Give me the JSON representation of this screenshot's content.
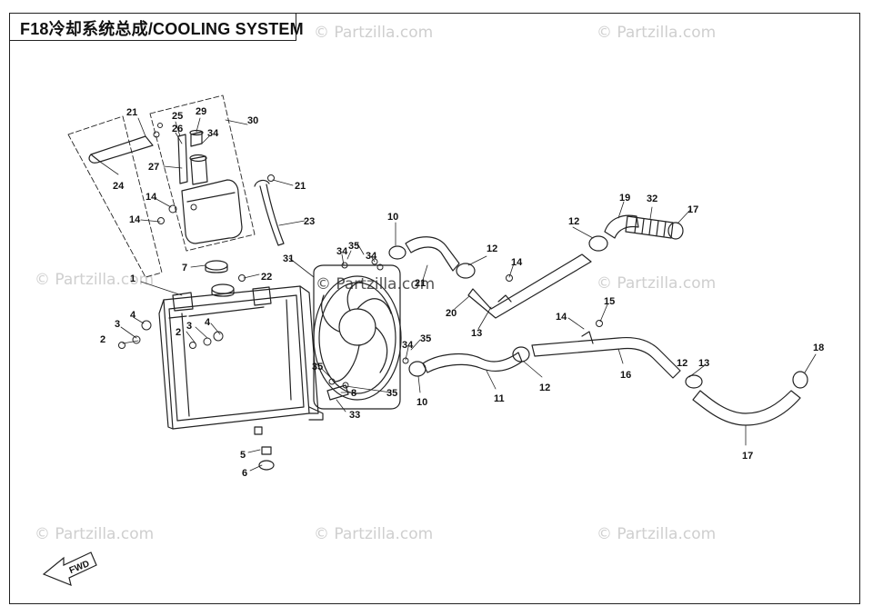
{
  "title": "F18冷却系统总成/COOLING SYSTEM",
  "watermark_text": "© Partzilla.com",
  "fwd_label": "FWD",
  "callouts": [
    "1",
    "2",
    "2",
    "3",
    "3",
    "4",
    "4",
    "5",
    "6",
    "7",
    "8",
    "10",
    "10",
    "11",
    "12",
    "12",
    "12",
    "12",
    "13",
    "13",
    "14",
    "14",
    "14",
    "14",
    "15",
    "16",
    "17",
    "17",
    "18",
    "19",
    "20",
    "21",
    "21",
    "21",
    "22",
    "23",
    "24",
    "25",
    "26",
    "27",
    "29",
    "30",
    "31",
    "32",
    "33",
    "34",
    "34",
    "34",
    "34",
    "35",
    "35",
    "35",
    "35"
  ],
  "colors": {
    "line": "#222222",
    "watermark": "#cfcfcf",
    "background": "#ffffff"
  }
}
